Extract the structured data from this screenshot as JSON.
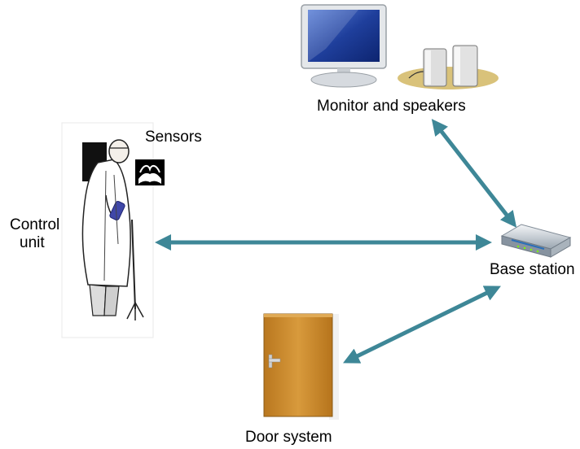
{
  "labels": {
    "monitor": "Monitor and speakers",
    "sensors": "Sensors",
    "control_line1": "Control",
    "control_line2": "unit",
    "base": "Base station",
    "door": "Door system"
  },
  "icons": {
    "person": "elderly-man-with-cane",
    "sensor": "sensor-book-icon",
    "monitor": "crt-monitor-icon",
    "speakers": "speakers-icon",
    "router": "router-icon",
    "door": "door-icon"
  },
  "colors": {
    "arrow": "#3e8797",
    "arrow_dark": "#2b6f7f",
    "monitor_screen": "#1f3f9c",
    "door": "#c98a2c",
    "speaker_base": "#d9c27a"
  }
}
